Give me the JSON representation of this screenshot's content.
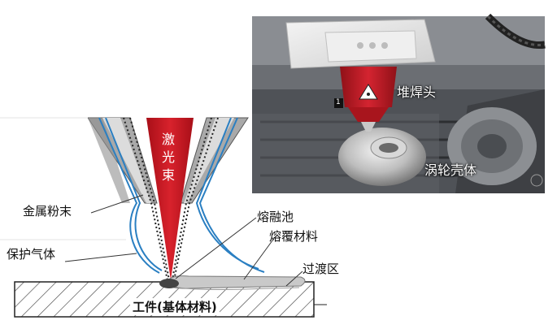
{
  "diagram": {
    "beam_chars": [
      "激",
      "光",
      "束"
    ],
    "labels": {
      "metal_powder": "金属粉末",
      "shielding_gas": "保护气体",
      "melt_pool": "熔融池",
      "cladding_material": "熔覆材料",
      "transition_zone": "过渡区",
      "workpiece": "工件(基体材料)"
    },
    "colors": {
      "laser_beam": "#c8141e",
      "gas_line": "#2a7fc2",
      "nozzle_fill": "#a9a9a9",
      "nozzle_stripe": "#dcdcdc"
    }
  },
  "photo": {
    "labels": {
      "cladding_head": "堆焊头",
      "turbine_housing": "涡轮壳体"
    },
    "badge": "1",
    "colors": {
      "head_red": "#c01a22",
      "machine_white": "#e8e8e8",
      "table_gray": "#5e6166"
    }
  }
}
